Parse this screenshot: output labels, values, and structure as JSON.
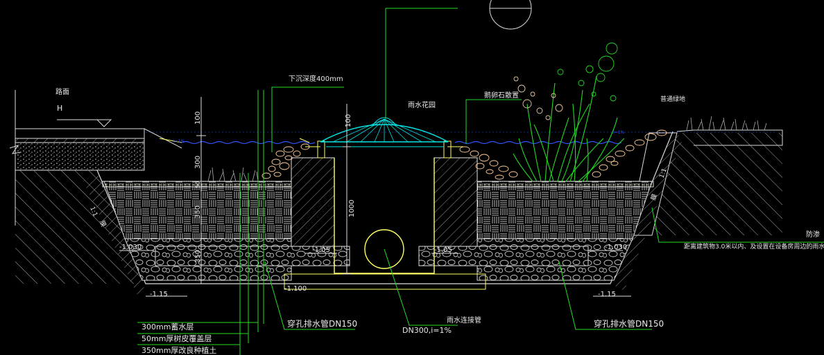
{
  "labels": {
    "road_surface": "路面",
    "road_h": "H",
    "sink_depth": "下沉深度400mm",
    "rain_garden": "雨水花园",
    "pebble": "鹅卵石散置",
    "lawn": "普通绿地",
    "slope_left": "i=1%",
    "slope_right": "i=1%",
    "ratio_left": "1:1",
    "ratio_right": "1:1",
    "membrane_left": "膜",
    "membrane_right": "膜",
    "anti_seep": "防渗",
    "anti_seep_note": "距离建筑物3.0米以内、及设置在设备房周边的雨水",
    "dim_100_left": "100",
    "dim_300": "300",
    "dim_50": "50",
    "dim_350_a": "350",
    "dim_350_b": "350",
    "dim_100_mid": "100",
    "dim_1000": "1000",
    "elev_left_1030": "-1.030",
    "elev_right_1030": "-1.030",
    "elev_left_105": "-1.05",
    "elev_right_105": "-1.05",
    "elev_1100": "-1.100",
    "elev_left_115": "-1.15",
    "elev_right_115": "-1.15",
    "perf_pipe_left": "穿孔排水管DN150",
    "perf_pipe_right": "穿孔排水管DN150",
    "rain_conn": "雨水连接管",
    "dn300": "DN300,i=1%",
    "layer_1": "300mm蓄水层",
    "layer_2": "50mm厚树皮覆盖层",
    "layer_3": "350mm厚改良种植土"
  }
}
